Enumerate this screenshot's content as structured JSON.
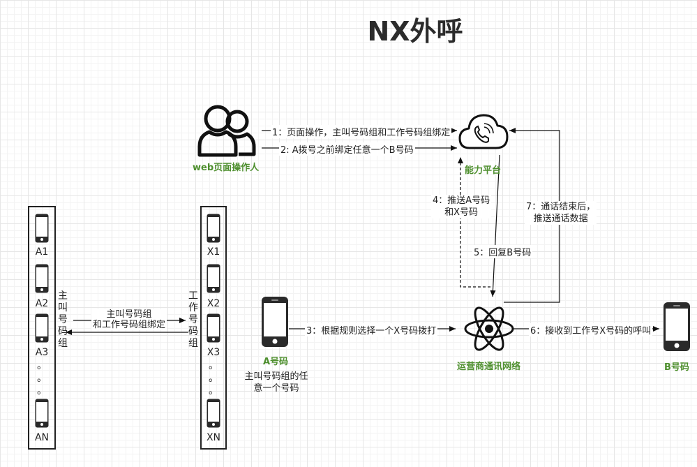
{
  "title": "NX外呼",
  "nodes": {
    "web_user": "web页面操作人",
    "platform": "能力平台",
    "network": "运营商通讯网络",
    "a_number": "A号码",
    "a_number_desc": "主叫号码组的任意一个号码",
    "b_number": "B号码"
  },
  "group_a": {
    "label": "主叫号码组",
    "phones": [
      "A1",
      "A2",
      "A3",
      "AN"
    ],
    "dots": [
      "。",
      "。",
      "。"
    ]
  },
  "group_x": {
    "label": "工作号码组",
    "phones": [
      "X1",
      "X2",
      "X3",
      "XN"
    ],
    "dots": [
      "。",
      "。",
      "。"
    ]
  },
  "edges": {
    "e1": "1：页面操作，主叫号码组和工作号码组绑定",
    "e2": "2: A拨号之前绑定任意一个B号码",
    "e3": "3：根据规则选择一个X号码拨打",
    "e4_line1": "4：推送A号码",
    "e4_line2": "和X号码",
    "e5": "5：回复B号码",
    "e6": "6：接收到工作号X号码的呼叫",
    "e7_line1": "7：通话结束后，",
    "e7_line2": "推送通话数据",
    "bind_line1": "主叫号码组",
    "bind_line2": "和工作号码组绑定"
  }
}
